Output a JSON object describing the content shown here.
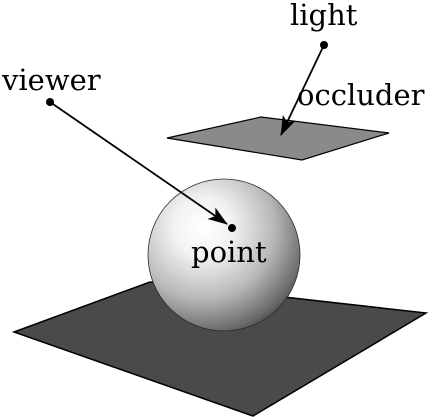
{
  "labels": {
    "light": "light",
    "viewer": "viewer",
    "occluder": "occluder",
    "point": "point"
  },
  "colors": {
    "ground": "#4a4a4a",
    "occluder": "#8a8a8a",
    "stroke": "#000000",
    "sphere_highlight": "#ffffff",
    "sphere_shadow": "#3c3c3c"
  }
}
